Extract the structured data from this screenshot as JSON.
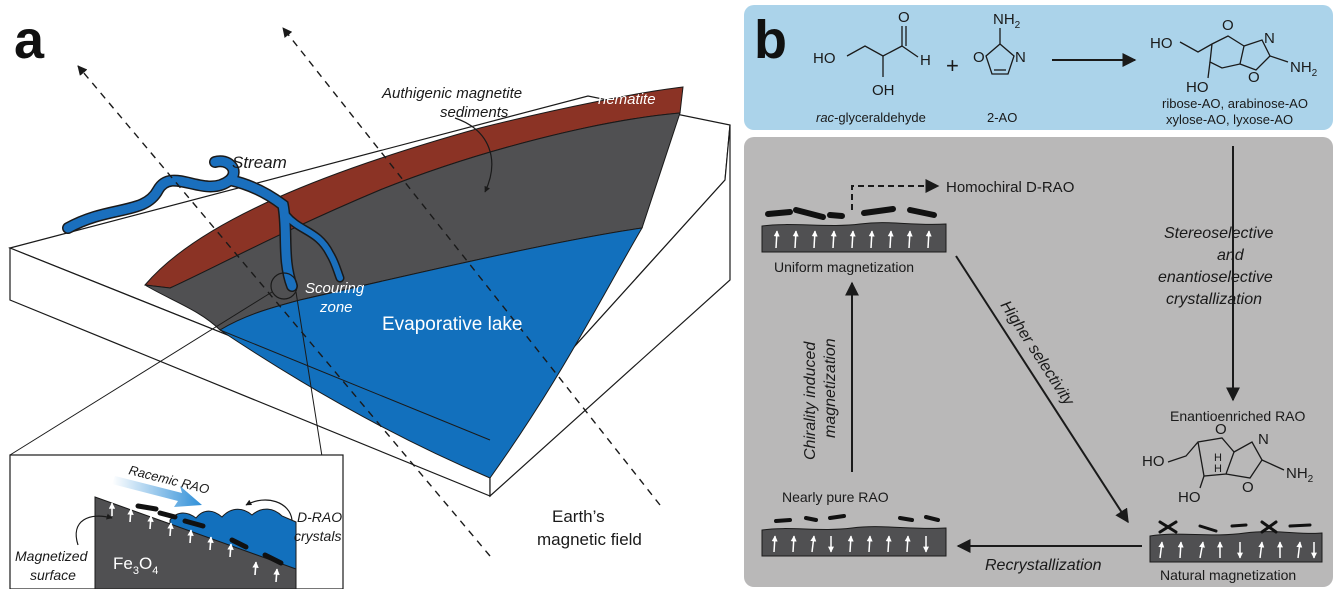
{
  "panel_a": {
    "letter": "a",
    "stream": "Stream",
    "sediments_line1": "Authigenic magnetite",
    "sediments_line2": "sediments",
    "hematite": "hematite",
    "scouring_line1": "Scouring",
    "scouring_line2": "zone",
    "lake": "Evaporative lake",
    "field_line1": "Earth’s",
    "field_line2": "magnetic field",
    "inset": {
      "racemic": "Racemic RAO",
      "magnetized_line1": "Magnetized",
      "magnetized_line2": "surface",
      "fe3o4_base": "Fe",
      "fe3o4_sub1": "3",
      "fe3o4_o": "O",
      "fe3o4_sub2": "4",
      "drao_line1": "D-RAO",
      "drao_line2": "crystals"
    }
  },
  "panel_b": {
    "letter": "b",
    "reaction": {
      "r1_ho": "HO",
      "r1_oh": "OH",
      "r1_o": "O",
      "r1_h": "H",
      "r1_name_prefix": "rac",
      "r1_name_suffix": "-glyceraldehyde",
      "plus": "+",
      "r2_nh2": "NH",
      "r2_sub": "2",
      "r2_o": "O",
      "r2_n": "N",
      "r2_name": "2-AO",
      "p_ho1": "HO",
      "p_ho2": "HO",
      "p_o1": "O",
      "p_o2": "O",
      "p_n": "N",
      "p_nh2": "NH",
      "p_sub": "2",
      "product_line1": "ribose-AO, arabinose-AO",
      "product_line2": "xylose-AO, lyxose-AO"
    },
    "cycle": {
      "homochiral": "Homochiral D-RAO",
      "uniform": "Uniform magnetization",
      "stereo_line1": "Stereoselective",
      "stereo_line2": "and",
      "stereo_line3": "enantioselective",
      "stereo_line4": "crystallization",
      "chirality_line1": "Chirality induced",
      "chirality_line2": "magnetization",
      "higher": "Higher selectivity",
      "enantio": "Enantioenriched RAO",
      "e_ho1": "HO",
      "e_ho2": "HO",
      "e_o1": "O",
      "e_o2": "O",
      "e_n": "N",
      "e_nh2": "NH",
      "e_sub": "2",
      "e_h1": "H",
      "e_h2": "H",
      "nearly": "Nearly pure RAO",
      "recryst": "Recrystallization",
      "natural": "Natural magnetization"
    }
  },
  "colors": {
    "lake_blue": "#1270bd",
    "stream_blue": "#1a6fbd",
    "hematite": "#8b3325",
    "sediment": "#505052",
    "panel_b_top": "#abd3ea",
    "panel_b_bottom": "#b9b8b8"
  }
}
